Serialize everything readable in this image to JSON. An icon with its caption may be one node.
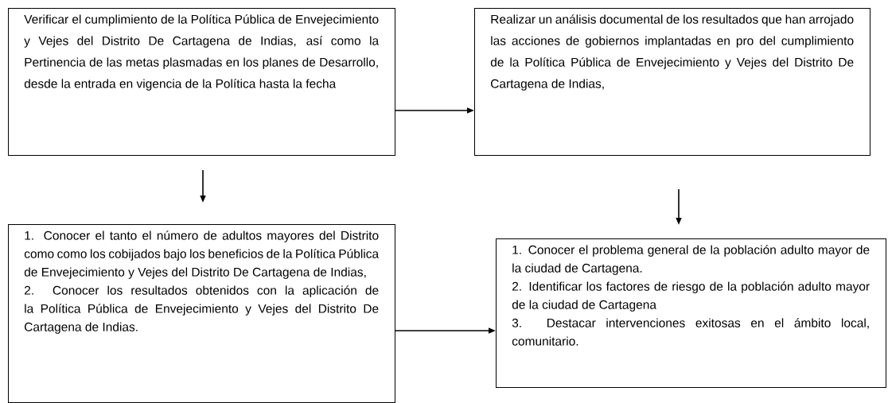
{
  "diagram": {
    "nodes": [
      {
        "text": [
          "Verificar el cumplimiento de la Política Pública de Envejecimiento y Vejes del Distrito De Cartagena de Indias, así como la Pertinencia de las metas plasmadas en los planes de Desarrollo, desde la entrada en vigencia de la Política hasta la fecha"
        ]
      },
      {
        "text": [
          "Realizar un análisis documental de los resultados que han arrojado las acciones de gobiernos implantadas en pro del cumplimiento de la Política Pública de Envejecimiento y Vejes del Distrito De Cartagena de Indias,"
        ]
      },
      {
        "text": [
          "1. Conocer el tanto el número de adultos mayores del Distrito como como los cobijados bajo los beneficios de la Política Pública de Envejecimiento y Vejes del Distrito De Cartagena de Indias,",
          "2. Conocer los resultados obtenidos con la aplicación de la Política Pública de Envejecimiento y Vejes del Distrito De Cartagena de Indias."
        ]
      },
      {
        "text": [
          "1. Conocer el problema general de la población adulto mayor de la ciudad de Cartagena.",
          "2. Identificar los factores de riesgo de la población adulto mayor de la ciudad de Cartagena",
          "3. Destacar intervenciones exitosas en el ámbito local, comunitario."
        ]
      }
    ],
    "edges": [
      {
        "from": 0,
        "to": 1,
        "arrow": "to"
      },
      {
        "from": 0,
        "to": 2,
        "arrow": "to"
      },
      {
        "from": 1,
        "to": 3,
        "arrow": "to"
      },
      {
        "from": 2,
        "to": 3,
        "arrow": "to"
      }
    ]
  }
}
